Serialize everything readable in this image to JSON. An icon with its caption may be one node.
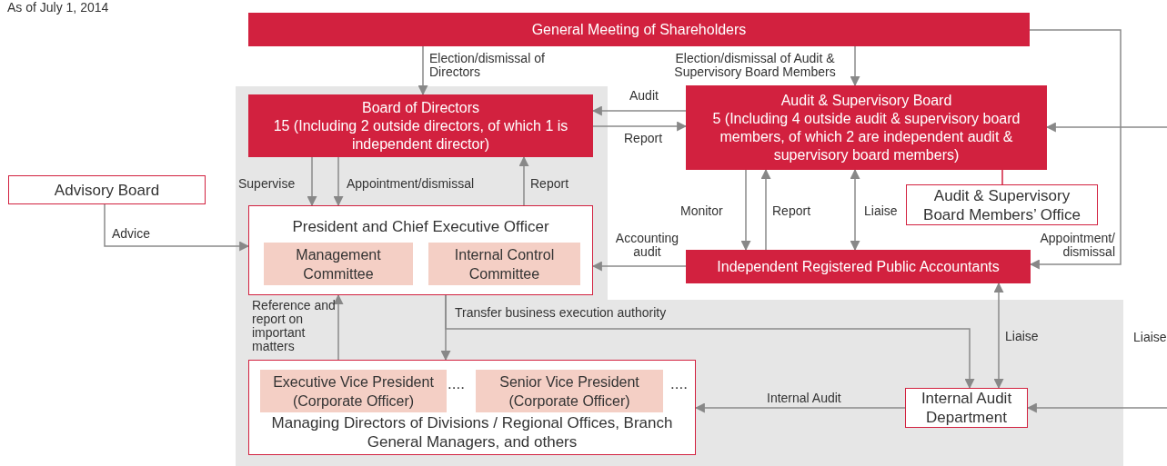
{
  "diagram": {
    "nodes": [
      {
        "text": [
          "General Meeting of Shareholders"
        ]
      },
      {
        "text": [
          "Board of Directors",
          "15 (Including 2 outside directors, of which 1 is independent director)"
        ]
      },
      {
        "text": [
          "Audit & Supervisory Board",
          "5 (Including 4 outside audit & supervisory board members, of which 2 are independent audit & supervisory board members)"
        ]
      },
      {
        "text": [
          "Audit & Supervisory Board Members’ Office"
        ]
      },
      {
        "text": [
          "Advisory Board"
        ]
      },
      {
        "text": [
          "President and Chief Executive Officer"
        ]
      },
      {
        "text": [
          "Management Committee"
        ],
        "in": 5
      },
      {
        "text": [
          "Internal Control Committee"
        ],
        "in": 5
      },
      {
        "text": [
          "Independent Registered Public Accountants"
        ]
      },
      {
        "text": [
          "Managing Directors of Divisions / Regional Offices, Branch General Managers, and others"
        ]
      },
      {
        "text": [
          "Executive Vice President (Corporate Officer)"
        ],
        "in": 9
      },
      {
        "text": [
          "Senior Vice President (Corporate Officer)"
        ],
        "in": 9
      },
      {
        "text": [
          "Internal Audit Department"
        ]
      }
    ],
    "edges": [
      {
        "from": 0,
        "to": 1,
        "arrow": "to",
        "label": "Election/dismissal of Directors"
      },
      {
        "from": 0,
        "to": 2,
        "arrow": "to",
        "label": "Election/dismissal of Audit & Supervisory Board Members"
      },
      {
        "from": 0,
        "to": 8,
        "arrow": "to",
        "label": "Appointment/ dismissal"
      },
      {
        "from": 2,
        "to": 1,
        "arrow": "to",
        "label": "Audit"
      },
      {
        "from": 1,
        "to": 2,
        "arrow": "to",
        "label": "Report"
      },
      {
        "from": 1,
        "to": 5,
        "arrow": "to",
        "label": "Supervise"
      },
      {
        "from": 1,
        "to": 5,
        "arrow": "to",
        "label": "Appointment/dismissal"
      },
      {
        "from": 5,
        "to": 1,
        "arrow": "to",
        "label": "Report"
      },
      {
        "from": 4,
        "to": 5,
        "arrow": "to",
        "label": "Advice"
      },
      {
        "from": 2,
        "to": 8,
        "arrow": "to",
        "label": "Monitor"
      },
      {
        "from": 8,
        "to": 2,
        "arrow": "to",
        "label": "Report"
      },
      {
        "from": 2,
        "to": 8,
        "arrow": "both",
        "label": "Liaise"
      },
      {
        "from": 8,
        "to": 5,
        "arrow": "to",
        "label": "Accounting audit"
      },
      {
        "from": 2,
        "to": 3,
        "arrow": "none",
        "color": "#d2213f"
      },
      {
        "from": 9,
        "to": 5,
        "arrow": "to",
        "label": "Reference and report on important matters"
      },
      {
        "from": 5,
        "to": 9,
        "arrow": "to",
        "label": "Transfer business execution authority"
      },
      {
        "from": 5,
        "to": 12,
        "arrow": "to"
      },
      {
        "from": 8,
        "to": 12,
        "arrow": "both",
        "label": "Liaise"
      },
      {
        "from": 12,
        "to": 9,
        "arrow": "to",
        "label": "Internal Audit"
      },
      {
        "from": null,
        "to": 2,
        "arrow": "to"
      },
      {
        "from": null,
        "to": 12,
        "arrow": "to"
      }
    ],
    "labels": [
      "As of July 1, 2014",
      "....",
      "....",
      "Liaise"
    ]
  }
}
